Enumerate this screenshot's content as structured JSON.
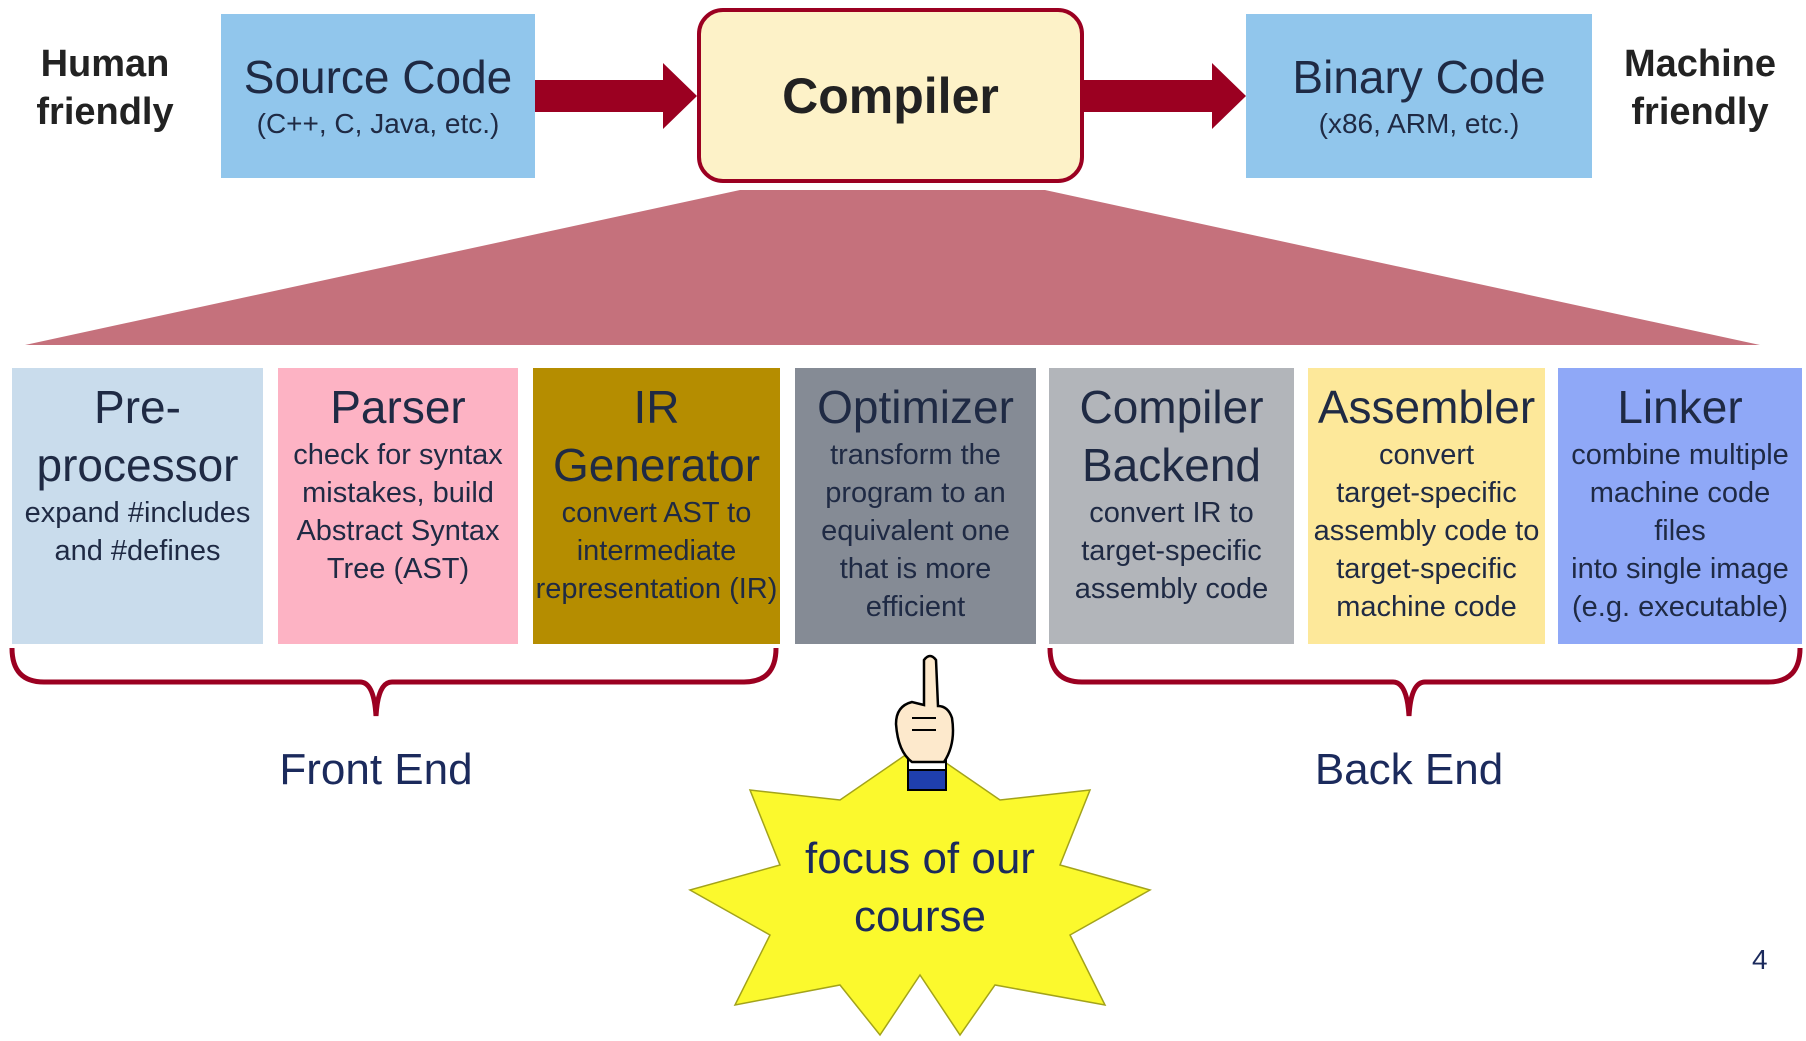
{
  "left_label": [
    "Human",
    "friendly"
  ],
  "right_label": [
    "Machine",
    "friendly"
  ],
  "source": {
    "title": "Source Code",
    "subtitle": "(C++, C, Java, etc.)",
    "color": "#91c6ec"
  },
  "compiler": {
    "title": "Compiler",
    "fill": "#fdf2c8",
    "border": "#9b0021"
  },
  "binary": {
    "title": "Binary Code",
    "subtitle": "(x86, ARM, etc.)",
    "color": "#91c6ec"
  },
  "stages": [
    {
      "name_lines": [
        "Pre-",
        "processor"
      ],
      "desc_lines": [
        "expand #includes",
        "and #defines"
      ],
      "color": "#c9dcec"
    },
    {
      "name_lines": [
        "Parser"
      ],
      "desc_lines": [
        "check for syntax",
        "mistakes, build",
        "Abstract Syntax",
        "Tree (AST)"
      ],
      "color": "#fdb3c4"
    },
    {
      "name_lines": [
        "IR",
        "Generator"
      ],
      "desc_lines": [
        "convert AST to",
        "intermediate",
        "representation (IR)"
      ],
      "color": "#b58d00"
    },
    {
      "name_lines": [
        "Optimizer"
      ],
      "desc_lines": [
        "transform the",
        "program to an",
        "equivalent one",
        "that is more",
        "efficient"
      ],
      "color": "#858b95"
    },
    {
      "name_lines": [
        "Compiler",
        "Backend"
      ],
      "desc_lines": [
        "convert IR to",
        "target-specific",
        "assembly code"
      ],
      "color": "#b2b5ba"
    },
    {
      "name_lines": [
        "Assembler"
      ],
      "desc_lines": [
        "convert",
        "target-specific",
        "assembly code to",
        "target-specific",
        "machine code"
      ],
      "color": "#fde89a"
    },
    {
      "name_lines": [
        "Linker"
      ],
      "desc_lines": [
        "combine multiple",
        "machine code files",
        "into single image",
        "(e.g. executable)"
      ],
      "color": "#8fa8f7"
    }
  ],
  "front_end": "Front End",
  "back_end": "Back End",
  "focus": [
    "focus of our",
    "course"
  ],
  "page_number": "4",
  "colors": {
    "arrow": "#9b0021",
    "fan": "#c5717c",
    "brace": "#9b0021",
    "burst": "#fbf92d",
    "text_dark": "#1b2a5c"
  },
  "icons": {
    "pointer": "pointing-hand-icon"
  }
}
